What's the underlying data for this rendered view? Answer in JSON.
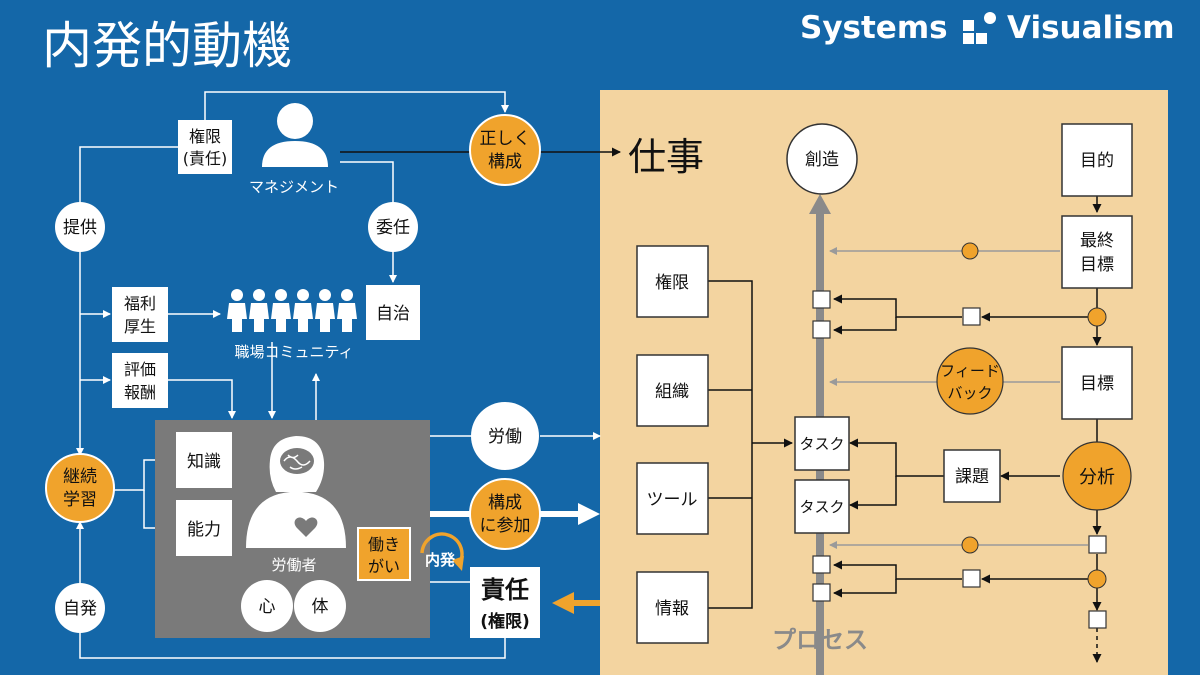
{
  "header": {
    "title": "内発的動機",
    "brand_left": "Systems",
    "brand_right": "Visualism"
  },
  "left": {
    "management_label": "マネジメント",
    "authority_line1": "権限",
    "authority_line2": "(責任)",
    "correct_line1": "正しく",
    "correct_line2": "構成",
    "provide": "提供",
    "delegate": "委任",
    "welfare_line1": "福利",
    "welfare_line2": "厚生",
    "autonomy": "自治",
    "workplace_community": "職場コミュニティ",
    "evaluation_line1": "評価",
    "evaluation_line2": "報酬",
    "knowledge": "知識",
    "ability": "能力",
    "continuous_line1": "継続",
    "continuous_line2": "学習",
    "voluntary": "自発",
    "worker_label": "労働者",
    "mind": "心",
    "body": "体",
    "labor": "労働",
    "participate_line1": "構成",
    "participate_line2": "に参加",
    "worthwhile_line1": "働き",
    "worthwhile_line2": "がい",
    "intrinsic": "内発",
    "responsibility": "責任",
    "responsibility_sub": "(権限)"
  },
  "right": {
    "work_title": "仕事",
    "creation": "創造",
    "process_label": "プロセス",
    "purpose": "目的",
    "final_goal_line1": "最終",
    "final_goal_line2": "目標",
    "goal": "目標",
    "feedback_line1": "フィード",
    "feedback_line2": "バック",
    "analysis": "分析",
    "issue": "課題",
    "task1": "タスク",
    "task2": "タスク",
    "resource_authority": "権限",
    "resource_organization": "組織",
    "resource_tool": "ツール",
    "resource_information": "情報"
  },
  "colors": {
    "background": "#1467a8",
    "panel": "#f3d4a0",
    "accent": "#f0a32c",
    "worker_panel": "#7a7a7a",
    "process_arrow": "#8a8a8a"
  }
}
